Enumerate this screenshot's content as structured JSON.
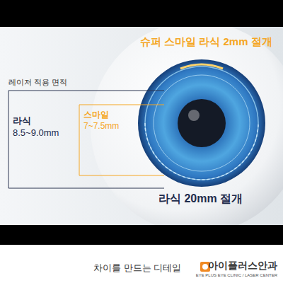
{
  "diagram": {
    "labels": [
      "슈퍼 스마일 라식 2mm 절개",
      "레이저 적용 면적",
      "라식",
      "8.5~9.0mm",
      "스마일",
      "7~7.5mm",
      "라식 20mm 절개",
      "차이를 만드는 디테일",
      "아이플러스안과",
      "EYE PLUS EYE CLINIC / LASER CENTER"
    ]
  }
}
